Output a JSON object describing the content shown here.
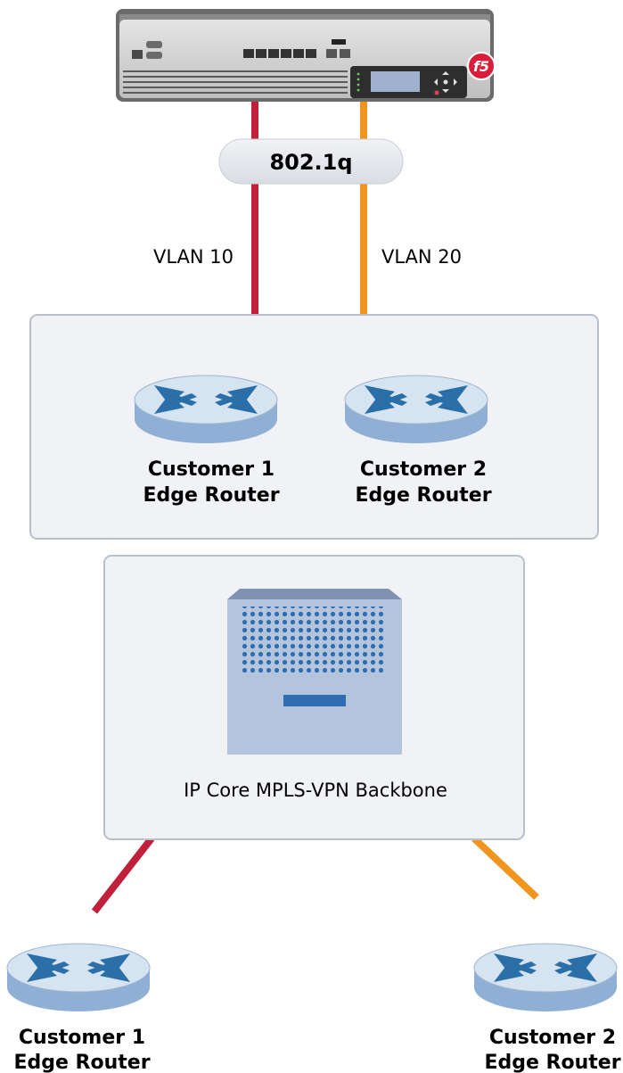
{
  "diagram": {
    "trunk_label": "802.1q",
    "vlans": [
      {
        "label": "VLAN 10",
        "color": "#c0203a"
      },
      {
        "label": "VLAN 20",
        "color": "#f0961e"
      }
    ],
    "provider_edge_routers": [
      {
        "line1": "Customer 1",
        "line2": "Edge Router"
      },
      {
        "line1": "Customer 2",
        "line2": "Edge Router"
      }
    ],
    "core": {
      "label": "IP Core MPLS-VPN Backbone"
    },
    "customer_routers": [
      {
        "line1": "Customer 1",
        "line2": "Edge Router"
      },
      {
        "line1": "Customer 2",
        "line2": "Edge Router"
      }
    ],
    "device": {
      "logo_text": "f5"
    },
    "colors": {
      "router_blue": "#2a6fa8",
      "router_body": "#8fb0d4",
      "router_top": "#d6e3f1",
      "panel_bg": "#f0f2f6",
      "panel_border": "#b8c0ca"
    }
  }
}
